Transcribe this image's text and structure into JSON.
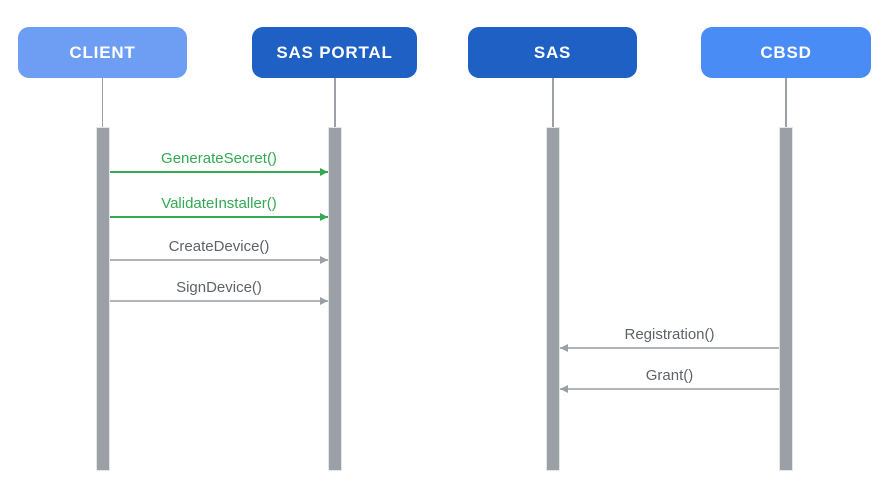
{
  "diagram": {
    "type": "sequence-diagram",
    "actors": [
      {
        "name": "CLIENT",
        "color": "#6D9EF3"
      },
      {
        "name": "SAS PORTAL",
        "color": "#1E60C4"
      },
      {
        "name": "SAS",
        "color": "#1E60C4"
      },
      {
        "name": "CBSD",
        "color": "#4A8CF5"
      }
    ],
    "messages": [
      {
        "label": "GenerateSecret()",
        "from": "CLIENT",
        "to": "SAS PORTAL",
        "direction": "right",
        "color": "#34A853",
        "style": "green"
      },
      {
        "label": "ValidateInstaller()",
        "from": "CLIENT",
        "to": "SAS PORTAL",
        "direction": "right",
        "color": "#34A853",
        "style": "green"
      },
      {
        "label": "CreateDevice()",
        "from": "CLIENT",
        "to": "SAS PORTAL",
        "direction": "right",
        "color": "#5F6368",
        "style": "gray"
      },
      {
        "label": "SignDevice()",
        "from": "CLIENT",
        "to": "SAS PORTAL",
        "direction": "right",
        "color": "#5F6368",
        "style": "gray"
      },
      {
        "label": "Registration()",
        "from": "CBSD",
        "to": "SAS",
        "direction": "left",
        "color": "#5F6368",
        "style": "gray"
      },
      {
        "label": "Grant()",
        "from": "CBSD",
        "to": "SAS",
        "direction": "left",
        "color": "#5F6368",
        "style": "gray"
      }
    ],
    "colors": {
      "lifeline_bar": "#9AA0A6",
      "gray_arrow": "#9AA0A6",
      "green_accent": "#34A853",
      "gray_text": "#5F6368",
      "background": "#FFFFFF"
    }
  }
}
